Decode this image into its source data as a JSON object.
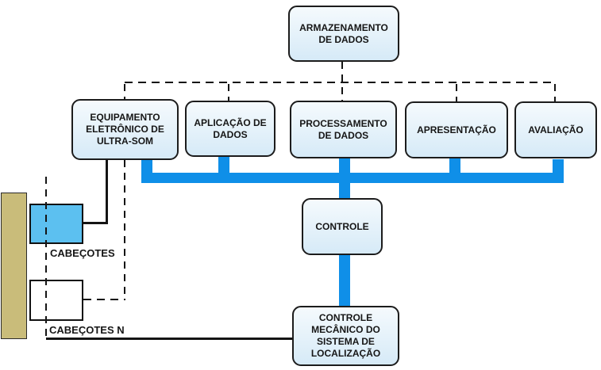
{
  "nodes": {
    "armazenamento": {
      "label": "ARMAZENAMENTO\nDE DADOS"
    },
    "equipamento": {
      "label": "EQUIPAMENTO\nELETRÔNICO DE\nULTRA-SOM"
    },
    "aplicacao": {
      "label": "APLICAÇÃO DE\nDADOS"
    },
    "processamento": {
      "label": "PROCESSAMENTO\nDE DADOS"
    },
    "apresentacao": {
      "label": "APRESENTAÇÃO"
    },
    "avaliacao": {
      "label": "AVALIAÇÃO"
    },
    "controle": {
      "label": "CONTROLE"
    },
    "controle_mecanico": {
      "label": "CONTROLE\nMECÂNICO DO\nSISTEMA DE\nLOCALIZAÇÃO"
    }
  },
  "labels": {
    "cabecotes": "CABEÇOTES",
    "cabecotes_n": "CABEÇOTES N"
  },
  "colors": {
    "bus_blue": "#0f8fe8",
    "box_fill_top": "#f5fafd",
    "box_fill_bottom": "#d6eaf7",
    "box_border": "#1c1c1c",
    "transducer_blue": "#5cc0f0",
    "rail_tan": "#c9bc7a",
    "line_color": "#141414"
  }
}
